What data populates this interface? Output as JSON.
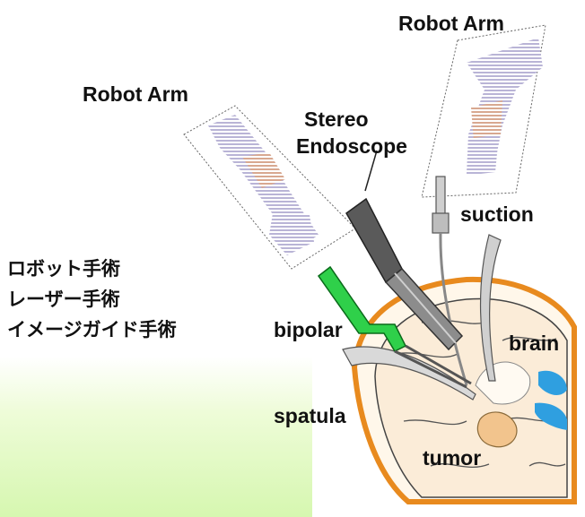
{
  "labels": {
    "robot_arm_left": "Robot Arm",
    "robot_arm_right": "Robot Arm",
    "stereo_endoscope_line1": "Stereo",
    "stereo_endoscope_line2": "Endoscope",
    "suction": "suction",
    "bipolar": "bipolar",
    "brain": "brain",
    "spatula": "spatula",
    "tumor": "tumor"
  },
  "techniques": [
    "ロボット手術",
    "レーザー手術",
    "イメージガイド手術"
  ],
  "colors": {
    "bipolar_green": "#2fd04a",
    "skull_orange": "#e88a1e",
    "brain_fill": "#fbecd8",
    "ventricle_blue": "#2f9fe0",
    "tumor_fill": "#f2c48d",
    "panel_green": "#d6f7b0"
  }
}
